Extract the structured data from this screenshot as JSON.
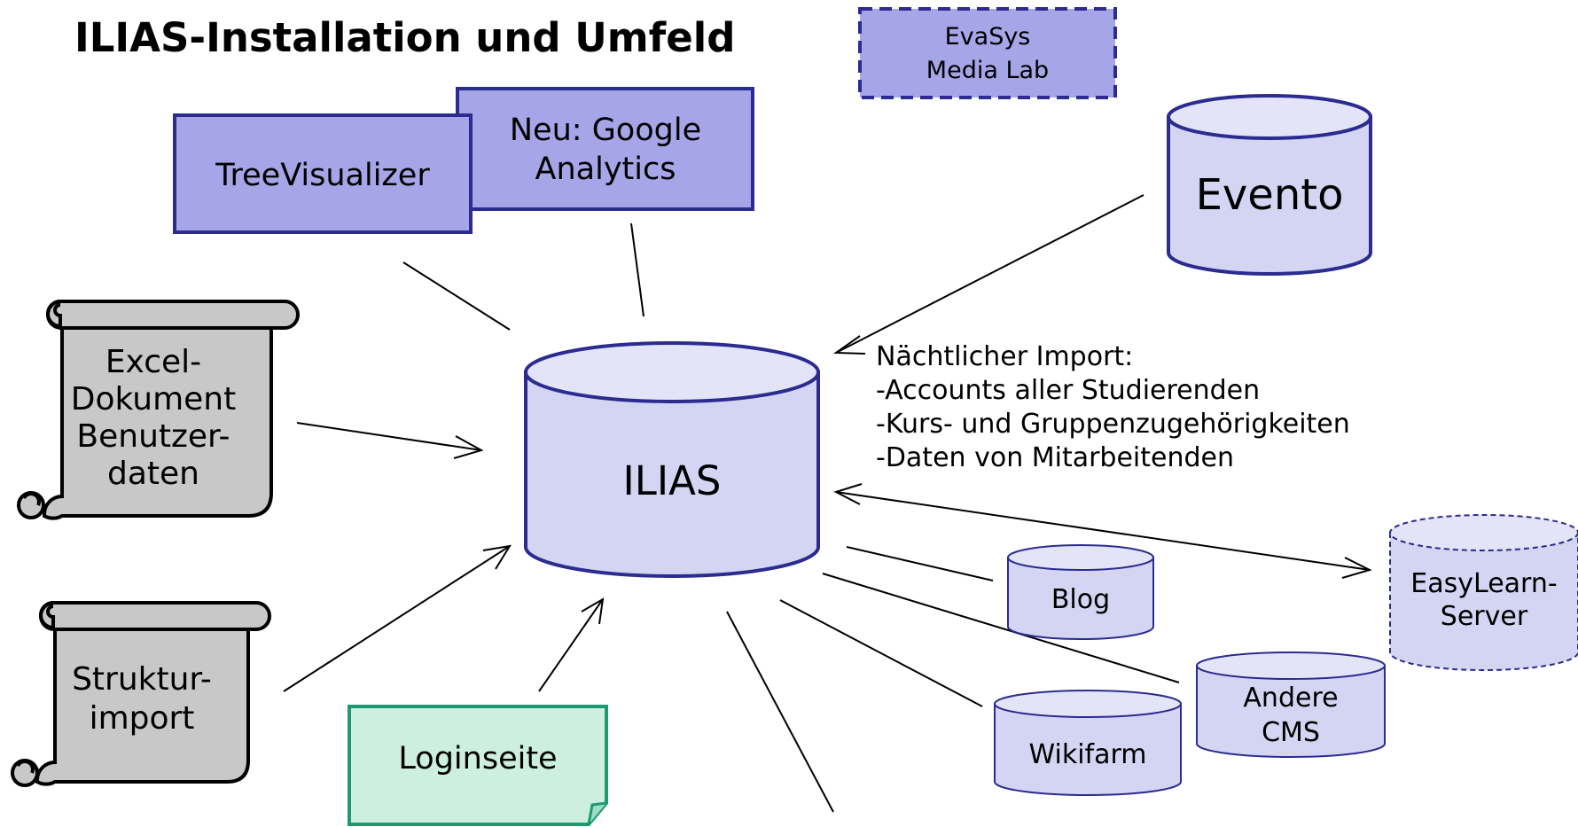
{
  "title": "ILIAS-Installation und Umfeld",
  "nodes": {
    "evasys": {
      "line1": "EvaSys",
      "line2": "Media Lab"
    },
    "google_analytics": {
      "line1": "Neu: Google",
      "line2": "Analytics"
    },
    "treevisualizer": {
      "label": "TreeVisualizer"
    },
    "evento": {
      "label": "Evento"
    },
    "ilias": {
      "label": "ILIAS"
    },
    "excel": {
      "line1": "Excel-",
      "line2": "Dokument",
      "line3": "Benutzer-",
      "line4": "daten"
    },
    "strukturimport": {
      "line1": "Struktur-",
      "line2": "import"
    },
    "loginseite": {
      "label": "Loginseite"
    },
    "blog": {
      "label": "Blog"
    },
    "wikifarm": {
      "label": "Wikifarm"
    },
    "andere_cms": {
      "line1": "Andere",
      "line2": "CMS"
    },
    "easylearn": {
      "line1": "EasyLearn-",
      "line2": "Server"
    }
  },
  "import_note": {
    "heading": "Nächtlicher Import:",
    "items": [
      "-Accounts aller Studierenden",
      "-Kurs- und Gruppenzugehörigkeiten",
      "-Daten von Mitarbeitenden"
    ]
  },
  "colors": {
    "box_fill": "#a5a5e8",
    "box_stroke": "#2b2b90",
    "cylinder_fill": "#d4d4f3",
    "cylinder_top": "#e4e4f8",
    "scroll_fill": "#c8c8c8",
    "login_fill": "#cdefe0",
    "login_stroke": "#1e9a73"
  }
}
